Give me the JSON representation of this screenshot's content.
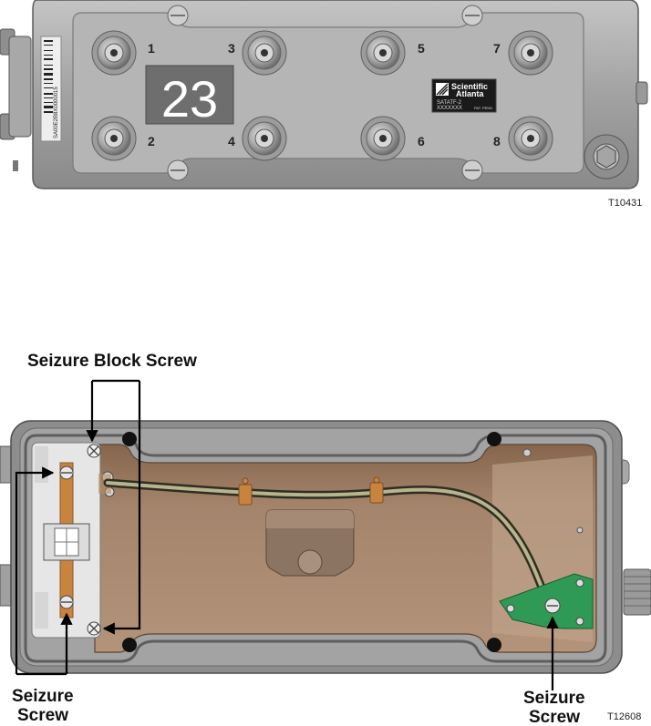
{
  "figure1": {
    "port_numbers": [
      "1",
      "2",
      "3",
      "4",
      "5",
      "6",
      "7",
      "8"
    ],
    "value_display": "23",
    "brand": {
      "name_line1": "Scientific",
      "name_line2": "Atlanta",
      "model": "SATATF-2",
      "serial": "XXXXXXX",
      "pat": "PAT. PEND."
    },
    "barcode_text": "SA00E2B8X0000015",
    "code": "T10431"
  },
  "figure2": {
    "seizure_block_screw_label": "Seizure Block Screw",
    "seizure_screw_left_line1": "Seizure",
    "seizure_screw_left_line2": "Screw",
    "seizure_screw_right_line1": "Seizure",
    "seizure_screw_right_line2": "Screw",
    "code": "T12608"
  },
  "colors": {
    "housing": "#9a9a9a",
    "housing_interior": "#a08066",
    "green_board": "#2e9a55",
    "copper_strap": "#c08a50"
  }
}
